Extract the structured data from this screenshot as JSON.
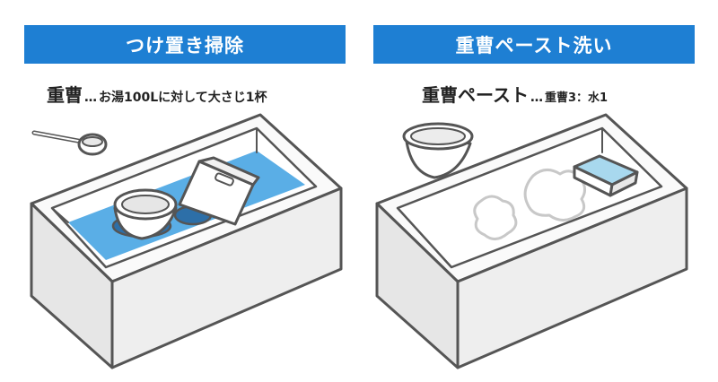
{
  "left_panel": {
    "title": "つけ置き掃除",
    "subtitle_main": "重曹",
    "subtitle_dots": "…",
    "subtitle_detail": "お湯100Lに対して大さじ1杯"
  },
  "right_panel": {
    "title": "重曹ペースト洗い",
    "subtitle_main": "重曹ペースト",
    "subtitle_dots": "…",
    "subtitle_detail": "重曹3：水1"
  },
  "colors": {
    "banner": "#1e7fd3",
    "water": "#5aaee6",
    "outline": "#555555",
    "tub_fill": "#f2f2f2",
    "paste_fill": "#ffffff",
    "sponge": "#a8d8ee"
  }
}
